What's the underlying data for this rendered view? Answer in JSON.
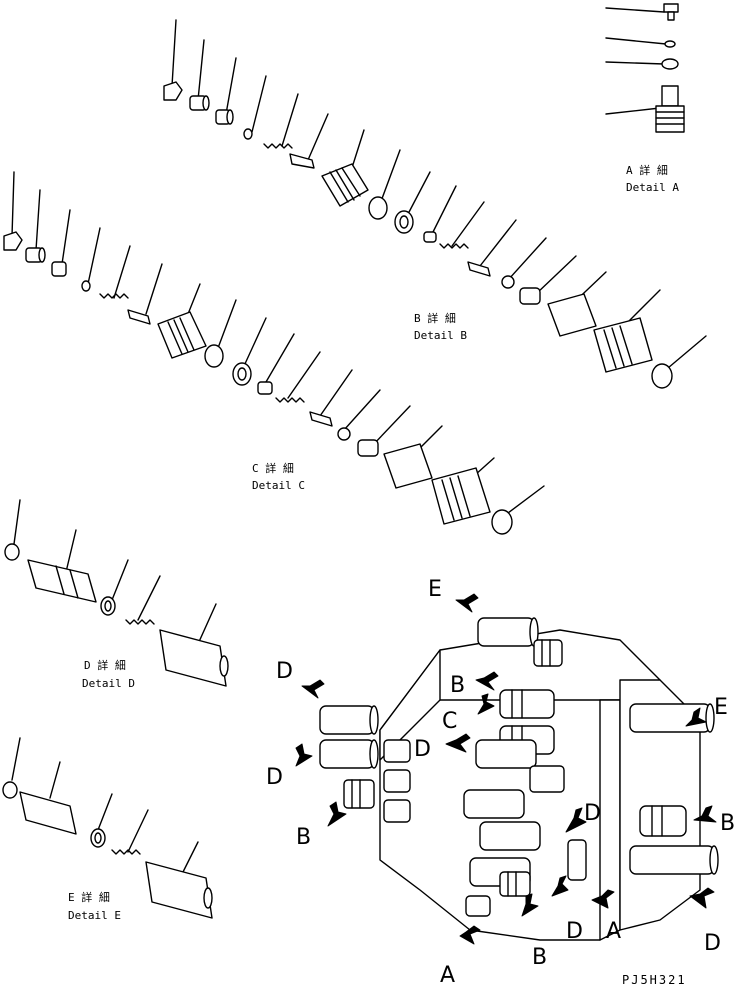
{
  "details": {
    "a": {
      "jp": "A 詳 細",
      "en": "Detail A"
    },
    "b": {
      "jp": "B 詳 細",
      "en": "Detail B"
    },
    "c": {
      "jp": "C 詳 細",
      "en": "Detail C"
    },
    "d": {
      "jp": "D 詳 細",
      "en": "Detail D"
    },
    "e": {
      "jp": "E 詳 細",
      "en": "Detail E"
    }
  },
  "callouts": {
    "a": "A",
    "b": "B",
    "c": "C",
    "d": "D",
    "e": "E"
  },
  "drawing_code": "PJ5H321"
}
